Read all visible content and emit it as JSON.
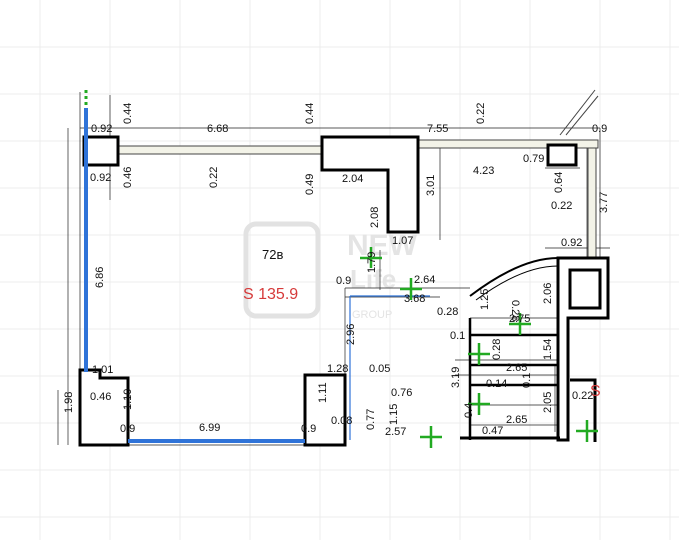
{
  "room": {
    "label": "72в",
    "area": "S 135.9",
    "neighbor_label": "S"
  },
  "watermark": {
    "line1": "NEW",
    "line2": "Life",
    "line3": "GROUP"
  },
  "colors": {
    "wall": "#000000",
    "window": "#2f73d8",
    "marker": "#22aa22",
    "grid": "#e9e9e9",
    "area_text": "#d63a3a"
  },
  "dimensions": [
    {
      "id": "d092a",
      "text": "0.92"
    },
    {
      "id": "d044a",
      "text": "0.44"
    },
    {
      "id": "d668",
      "text": "6.68"
    },
    {
      "id": "d044b",
      "text": "0.44"
    },
    {
      "id": "d755",
      "text": "7.55"
    },
    {
      "id": "d022a",
      "text": "0.22"
    },
    {
      "id": "d09",
      "text": "0.9"
    },
    {
      "id": "d092b",
      "text": "0.92"
    },
    {
      "id": "d046a",
      "text": "0.46"
    },
    {
      "id": "d022b",
      "text": "0.22"
    },
    {
      "id": "d049",
      "text": "0.49"
    },
    {
      "id": "d204",
      "text": "2.04"
    },
    {
      "id": "d301",
      "text": "3.01"
    },
    {
      "id": "d423",
      "text": "4.23"
    },
    {
      "id": "d079",
      "text": "0.79"
    },
    {
      "id": "d064",
      "text": "0.64"
    },
    {
      "id": "d377",
      "text": "3.77"
    },
    {
      "id": "d022c",
      "text": "0.22"
    },
    {
      "id": "d208",
      "text": "2.08"
    },
    {
      "id": "d107",
      "text": "1.07"
    },
    {
      "id": "d092c",
      "text": "0.92"
    },
    {
      "id": "d686",
      "text": "6.86"
    },
    {
      "id": "d179",
      "text": "1.79"
    },
    {
      "id": "d09b",
      "text": "0.9"
    },
    {
      "id": "d264",
      "text": "2.64"
    },
    {
      "id": "d028a",
      "text": "0.28"
    },
    {
      "id": "d206",
      "text": "2.06"
    },
    {
      "id": "d368",
      "text": "3.68"
    },
    {
      "id": "d125",
      "text": "1.25"
    },
    {
      "id": "d028b",
      "text": "0.28"
    },
    {
      "id": "d296",
      "text": "2.96"
    },
    {
      "id": "d275",
      "text": "2.75"
    },
    {
      "id": "d01a",
      "text": "0.1"
    },
    {
      "id": "d028c",
      "text": "0.28"
    },
    {
      "id": "d154",
      "text": "1.54"
    },
    {
      "id": "d265a",
      "text": "2.65"
    },
    {
      "id": "d101",
      "text": "1.01"
    },
    {
      "id": "d128",
      "text": "1.28"
    },
    {
      "id": "d005",
      "text": "0.05"
    },
    {
      "id": "d319",
      "text": "3.19"
    },
    {
      "id": "d014",
      "text": "0.14"
    },
    {
      "id": "d01b",
      "text": "0.1"
    },
    {
      "id": "d076",
      "text": "0.76"
    },
    {
      "id": "d198",
      "text": "1.98"
    },
    {
      "id": "d046b",
      "text": "0.46"
    },
    {
      "id": "d110",
      "text": "1.10"
    },
    {
      "id": "d111",
      "text": "1.11"
    },
    {
      "id": "d205",
      "text": "2.05"
    },
    {
      "id": "d022d",
      "text": "0.22"
    },
    {
      "id": "d265b",
      "text": "2.65"
    },
    {
      "id": "d04",
      "text": "0.4"
    },
    {
      "id": "d008",
      "text": "0.08"
    },
    {
      "id": "d115",
      "text": "1.15"
    },
    {
      "id": "d077",
      "text": "0.77"
    },
    {
      "id": "d09c",
      "text": "0.9"
    },
    {
      "id": "d699",
      "text": "6.99"
    },
    {
      "id": "d09d",
      "text": "0.9"
    },
    {
      "id": "d257",
      "text": "2.57"
    },
    {
      "id": "d047",
      "text": "0.47"
    }
  ]
}
